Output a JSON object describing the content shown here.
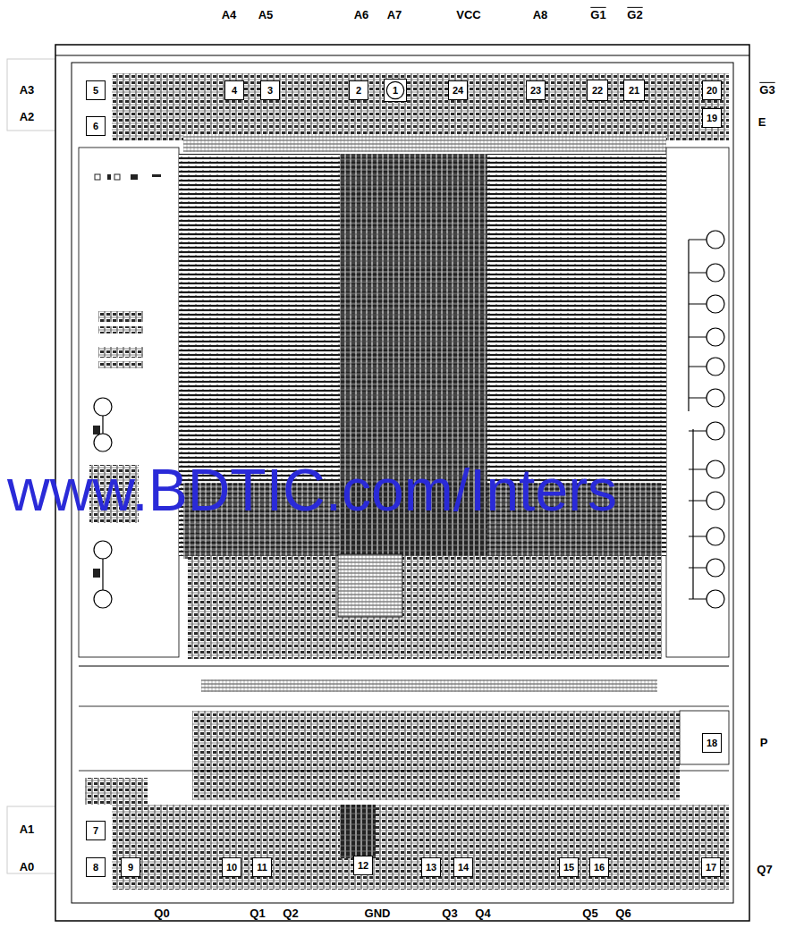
{
  "diagram": {
    "nodes": [
      {
        "text": [
          "5"
        ]
      },
      {
        "text": [
          "4"
        ]
      },
      {
        "text": [
          "3"
        ]
      },
      {
        "text": [
          "2"
        ]
      },
      {
        "text": [
          "1"
        ]
      },
      {
        "text": [
          "24"
        ]
      },
      {
        "text": [
          "23"
        ]
      },
      {
        "text": [
          "22"
        ]
      },
      {
        "text": [
          "21"
        ]
      },
      {
        "text": [
          "20"
        ]
      },
      {
        "text": [
          "6"
        ]
      },
      {
        "text": [
          "19"
        ]
      },
      {
        "text": [
          "18"
        ]
      },
      {
        "text": [
          "7"
        ]
      },
      {
        "text": [
          "8"
        ]
      },
      {
        "text": [
          "9"
        ]
      },
      {
        "text": [
          "10"
        ]
      },
      {
        "text": [
          "11"
        ]
      },
      {
        "text": [
          "12"
        ]
      },
      {
        "text": [
          "13"
        ]
      },
      {
        "text": [
          "14"
        ]
      },
      {
        "text": [
          "15"
        ]
      },
      {
        "text": [
          "16"
        ]
      },
      {
        "text": [
          "17"
        ]
      }
    ],
    "labels": [
      "A4",
      "A5",
      "A6",
      "A7",
      "VCC",
      "A8",
      "G1",
      "G2",
      "A3",
      "G3",
      "A2",
      "E",
      "www.BDTIC.com/Inters",
      "P",
      "A1",
      "A0",
      "Q7",
      "Q0",
      "Q1",
      "Q2",
      "GND",
      "Q3",
      "Q4",
      "Q5",
      "Q6"
    ]
  }
}
